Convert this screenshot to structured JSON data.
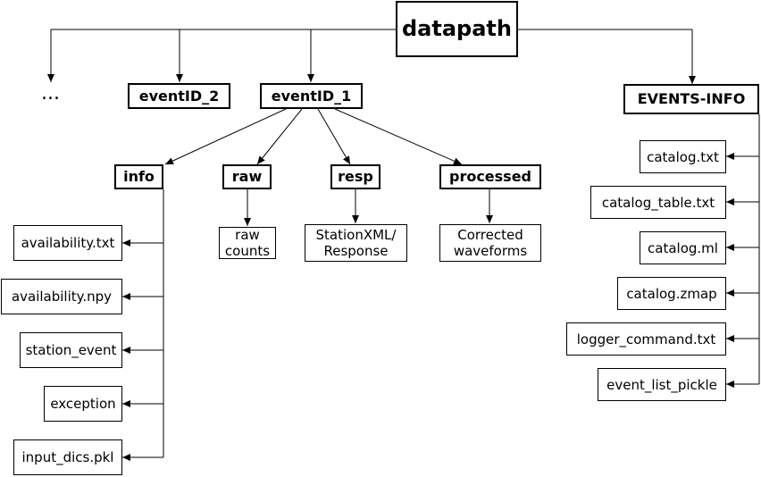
{
  "root": "datapath",
  "ellipsis": "...",
  "event_2": "eventID_2",
  "event_1": "eventID_1",
  "events_info": "EVENTS-INFO",
  "event_subdirs": {
    "info": "info",
    "raw": "raw",
    "resp": "resp",
    "processed": "processed"
  },
  "raw_child": [
    "raw",
    "counts"
  ],
  "resp_child": [
    "StationXML/",
    "Response"
  ],
  "processed_child": [
    "Corrected",
    "waveforms"
  ],
  "info_files": [
    "availability.txt",
    "availability.npy",
    "station_event",
    "exception",
    "input_dics.pkl"
  ],
  "events_info_files": [
    "catalog.txt",
    "catalog_table.txt",
    "catalog.ml",
    "catalog.zmap",
    "logger_command.txt",
    "event_list_pickle"
  ]
}
